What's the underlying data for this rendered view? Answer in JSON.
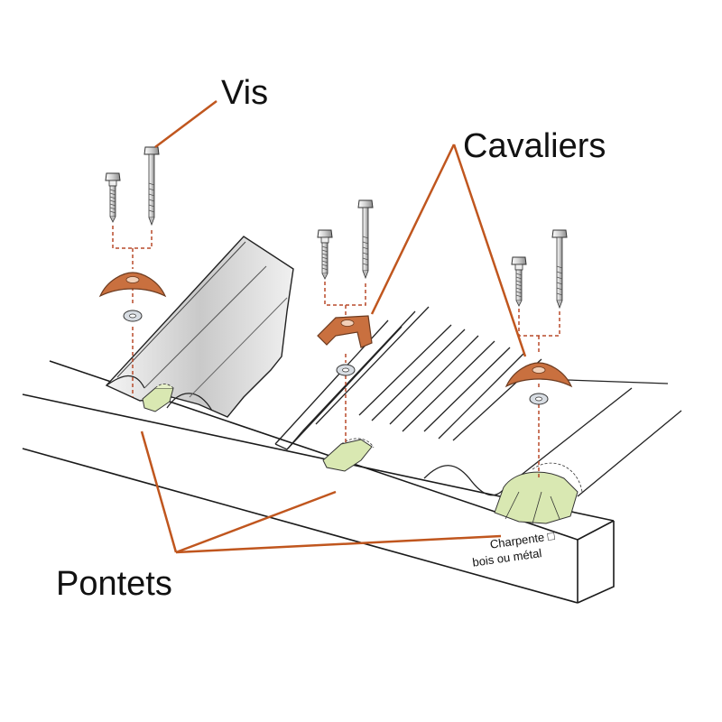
{
  "labels": {
    "vis": "Vis",
    "cavaliers": "Cavaliers",
    "pontets": "Pontets",
    "charpente_line1": "Charpente □",
    "charpente_line2": "bois ou métal"
  },
  "colors": {
    "leader": "#c0561e",
    "copper": "#c9703f",
    "pontet": "#d9e8b2",
    "outline": "#2a2a2a",
    "dashed": "#b84a2a"
  }
}
